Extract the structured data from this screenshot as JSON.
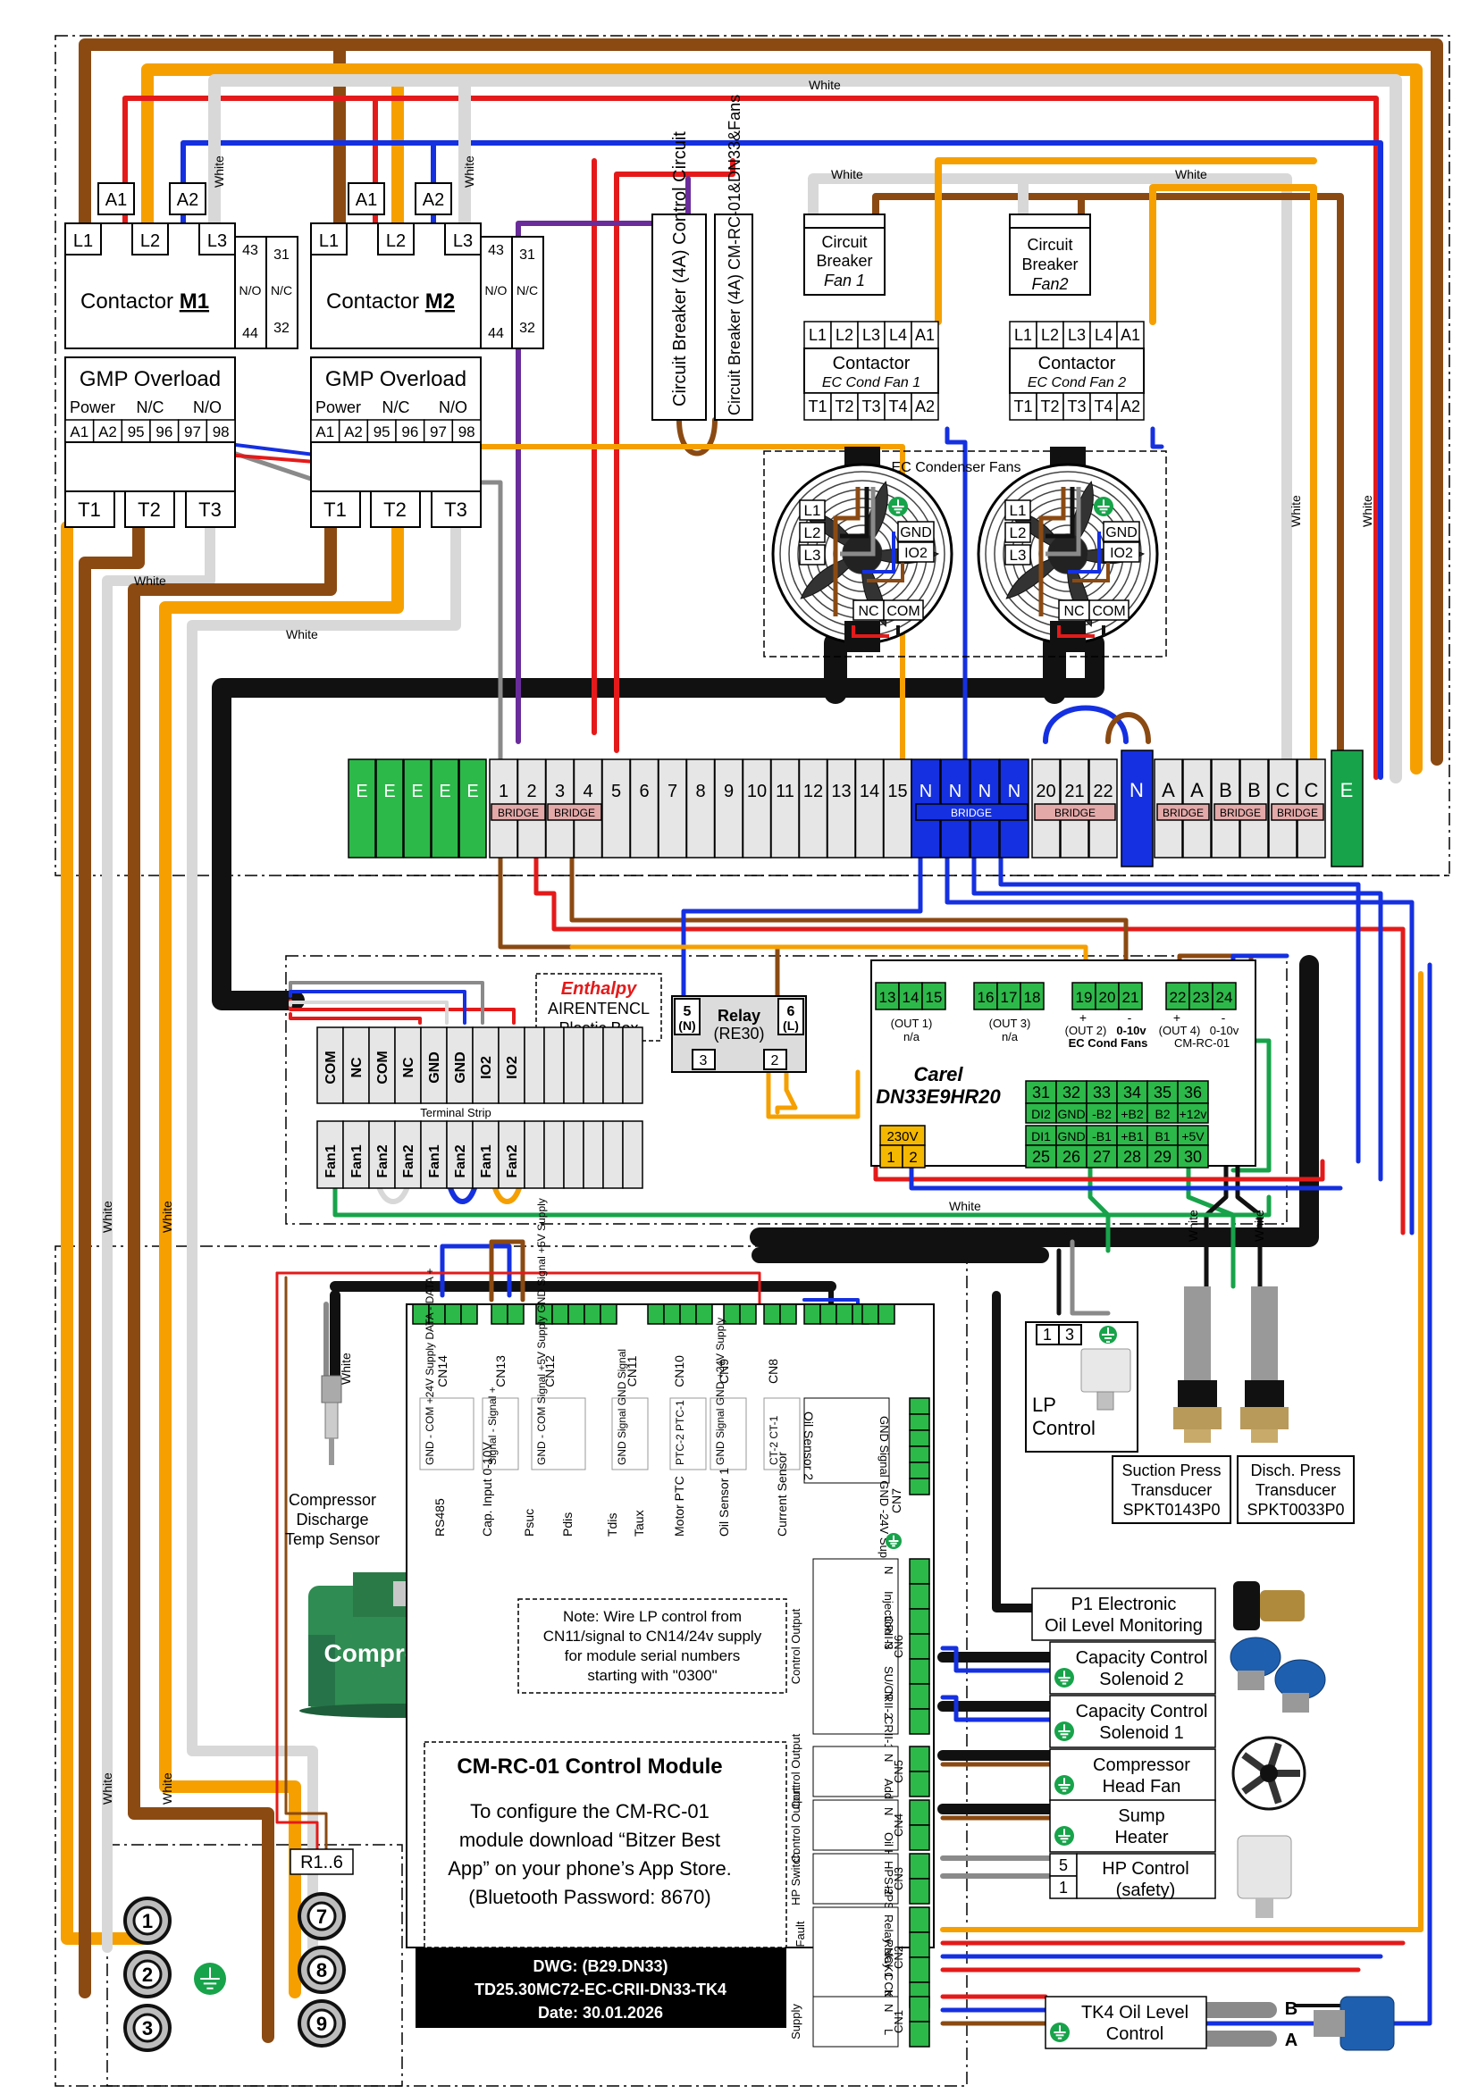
{
  "colors": {
    "black": "#111111",
    "brown": "#8B4A12",
    "orange": "#F5A000",
    "red": "#E41A1A",
    "blue": "#1530E0",
    "grey": "#8A8A8A",
    "white_wire": "#D8D8D8",
    "purple": "#6A2C9A",
    "green": "#17A34A",
    "terminal_green": "#2DB84A",
    "bridge": "#E3A8A8",
    "yellow": "#F5B800"
  },
  "wire_labels": {
    "white": "White"
  },
  "contactor_m1": {
    "a1": "A1",
    "a2": "A2",
    "l1": "L1",
    "l2": "L2",
    "l3": "L3",
    "title_prefix": "Contactor ",
    "id": "M1",
    "c43": "43",
    "c44": "44",
    "c31": "31",
    "c32": "32",
    "no": "N/O",
    "nc": "N/C"
  },
  "contactor_m2": {
    "a1": "A1",
    "a2": "A2",
    "l1": "L1",
    "l2": "L2",
    "l3": "L3",
    "title_prefix": "Contactor ",
    "id": "M2",
    "c43": "43",
    "c44": "44",
    "c31": "31",
    "c32": "32",
    "no": "N/O",
    "nc": "N/C"
  },
  "overload": {
    "title": "GMP Overload",
    "power": "Power",
    "nc": "N/C",
    "no": "N/O",
    "terminals": [
      "A1",
      "A2",
      "95",
      "96",
      "97",
      "98"
    ],
    "t1": "T1",
    "t2": "T2",
    "t3": "T3"
  },
  "breakers": {
    "control": "Circuit Breaker (4A) Control Circuit",
    "cmrc": "Circuit Breaker (4A) CM-RC-01&DN33&Fans"
  },
  "fan1": {
    "cb_line1": "Circuit",
    "cb_line2": "Breaker",
    "cb_line3": "Fan 1",
    "top_terms": [
      "L1",
      "L2",
      "L3",
      "L4",
      "A1"
    ],
    "title": "Contactor",
    "subtitle": "EC Cond Fan 1",
    "bottom_terms": [
      "T1",
      "T2",
      "T3",
      "T4",
      "A2"
    ]
  },
  "fan2": {
    "cb_line1": "Circuit",
    "cb_line2": "Breaker",
    "cb_line3": "Fan2",
    "top_terms": [
      "L1",
      "L2",
      "L3",
      "L4",
      "A1"
    ],
    "title": "Contactor",
    "subtitle": "EC Cond Fan 2",
    "bottom_terms": [
      "T1",
      "T2",
      "T3",
      "T4",
      "A2"
    ]
  },
  "ec_fans": {
    "title": "EC Condenser Fans",
    "l1": "L1",
    "l2": "L2",
    "l3": "L3",
    "gnd": "GND",
    "io2": "IO2",
    "nc": "NC",
    "com": "COM"
  },
  "terminal_block": {
    "earths": [
      "E",
      "E",
      "E",
      "E",
      "E"
    ],
    "numbers": [
      "1",
      "2",
      "3",
      "4",
      "5",
      "6",
      "7",
      "8",
      "9",
      "10",
      "11",
      "12",
      "13",
      "14",
      "15"
    ],
    "neutrals": [
      "N",
      "N",
      "N",
      "N"
    ],
    "n_bridge": "BRIDGE",
    "twenty": [
      "20",
      "21",
      "22"
    ],
    "bridge": "BRIDGE",
    "n_single": "N",
    "phases": [
      "A",
      "A",
      "B",
      "B",
      "C",
      "C"
    ],
    "end_earth": "E"
  },
  "airentencl": {
    "brand": "Enthalpy",
    "line1": "AIRENTENCL",
    "line2": "Plastic Box"
  },
  "relay": {
    "title": "Relay",
    "model": "(RE30)",
    "t5": "5",
    "t5n": "(N)",
    "t6": "6",
    "t6l": "(L)",
    "t3": "3",
    "t2": "2"
  },
  "terminal_strip": {
    "title": "Terminal Strip",
    "top": [
      "COM",
      "NC",
      "COM",
      "NC",
      "GND",
      "GND",
      "IO2",
      "IO2"
    ],
    "bottom": [
      "Fan1",
      "Fan1",
      "Fan2",
      "Fan2",
      "Fan1",
      "Fan2",
      "Fan1",
      "Fan2"
    ]
  },
  "carel": {
    "name": "Carel",
    "model": "DN33E9HR20",
    "out1_terms": [
      "13",
      "14",
      "15"
    ],
    "out1": "(OUT 1)",
    "out1_na": "n/a",
    "out3_terms": [
      "16",
      "17",
      "18"
    ],
    "out3": "(OUT 3)",
    "out3_na": "n/a",
    "out2_terms": [
      "19",
      "20",
      "21"
    ],
    "out2_plus": "+",
    "out2_minus": "-",
    "out2": "(OUT 2)",
    "out2_v": "0-10v",
    "out2_desc": "EC Cond Fans",
    "out4_terms": [
      "22",
      "23",
      "24"
    ],
    "out4_plus": "+",
    "out4_minus": "-",
    "out4": "(OUT 4)",
    "out4_v": "0-10v",
    "out4_desc": "CM-RC-01",
    "in_top_nums": [
      "31",
      "32",
      "33",
      "34",
      "35",
      "36"
    ],
    "in_top_labels": [
      "DI2",
      "GND",
      "-B2",
      "+B2",
      "B2",
      "+12v"
    ],
    "in_bot_labels": [
      "DI1",
      "GND",
      "-B1",
      "+B1",
      "B1",
      "+5V"
    ],
    "in_bot_nums": [
      "25",
      "26",
      "27",
      "28",
      "29",
      "30"
    ],
    "power": "230V",
    "p1": "1",
    "p2": "2"
  },
  "lp_control": {
    "t1": "1",
    "t3": "3",
    "line1": "LP",
    "line2": "Control"
  },
  "transducers": {
    "suction": [
      "Suction Press",
      "Transducer",
      "SPKT0143P0"
    ],
    "discharge": [
      "Disch. Press",
      "Transducer",
      "SPKT0033P0"
    ]
  },
  "discharge_sensor": [
    "Compressor",
    "Discharge",
    "Temp Sensor"
  ],
  "module": {
    "connectors": [
      "CN14",
      "CN13",
      "CN12",
      "CN11",
      "CN10",
      "CN9",
      "CN8",
      "CN7",
      "CN6",
      "CN5",
      "CN4",
      "CN3",
      "CN2",
      "CN1"
    ],
    "cn14_pins": "GND - COM +24V Supply DATA - DATA +",
    "cn13_pins": "Signal - Signal +",
    "cn12_pins": "GND - COM Signal +5V Supply GND Signal +5V Supply",
    "cn11_pins": "GND Signal GND Signal",
    "cn10_pins": "PTC-2 PTC-1",
    "cn9_pins": "GND Signal GND +24V Supply",
    "cn8_pins": "CT-2 CT-1",
    "cn7_pins": "GND Signal GND -24V Supply",
    "cn7_label": "Oil Sensor 2",
    "input_labels": [
      "RS485",
      "Cap. Input 0-10V",
      "Psuc",
      "Pdis",
      "Tdis",
      "Taux",
      "Motor PTC",
      "Oil Sensor 1",
      "Current Sensor"
    ],
    "cn6_pins": [
      "N",
      "Injection",
      "CRII-3",
      "N",
      "SU/CRII-2",
      "N",
      "CRII-1"
    ],
    "cn6_label": "Control Output",
    "cn5_pins": [
      "N",
      "Add. Fan"
    ],
    "cn5_label": "Control Output",
    "cn4_pins": [
      "N",
      "Oil Heater"
    ],
    "cn4_label": "Control Output",
    "cn3_pins": [
      "HPS-2",
      "HPS-1"
    ],
    "cn3_label": "HP Switch",
    "cn2_pins": [
      "Relay NC",
      "Relay C",
      "K1 Ctrl",
      "K2 Ctrl"
    ],
    "cn2_label1": "Fault",
    "cn2_label2": "Contactor Control",
    "cn1_pins": [
      "N",
      "L"
    ],
    "cn1_label": "Supply",
    "note": [
      "Note: Wire LP control from",
      "CN11/signal to CN14/24v supply",
      "for module serial numbers",
      "starting with \"0300\""
    ],
    "title": "CM-RC-01 Control Module",
    "config": [
      "To configure the CM-RC-01",
      "module download “Bitzer Best",
      "App” on your phone’s App Store.",
      "(Bluetooth Password: 8670)"
    ]
  },
  "outputs": {
    "p1": [
      "P1 Electronic",
      "Oil Level Monitoring"
    ],
    "cap2": [
      "Capacity Control",
      "Solenoid 2"
    ],
    "cap1": [
      "Capacity Control",
      "Solenoid 1"
    ],
    "headfan": [
      "Compressor",
      "Head Fan"
    ],
    "sump": [
      "Sump",
      "Heater"
    ],
    "hp": [
      "HP Control",
      "(safety)"
    ],
    "hp_t5": "5",
    "hp_t1": "1",
    "tk4": [
      "TK4 Oil Level",
      "Control"
    ],
    "tk4_b": "B",
    "tk4_a": "A"
  },
  "compressor": {
    "label": "Compressor",
    "r16": "R1..6",
    "terminals": [
      "1",
      "2",
      "3",
      "7",
      "8",
      "9"
    ]
  },
  "drawing": {
    "line1": "DWG: (B29.DN33)",
    "line2": "TD25.30MC72-EC-CRII-DN33-TK4",
    "line3": "Date: 30.01.2026"
  }
}
